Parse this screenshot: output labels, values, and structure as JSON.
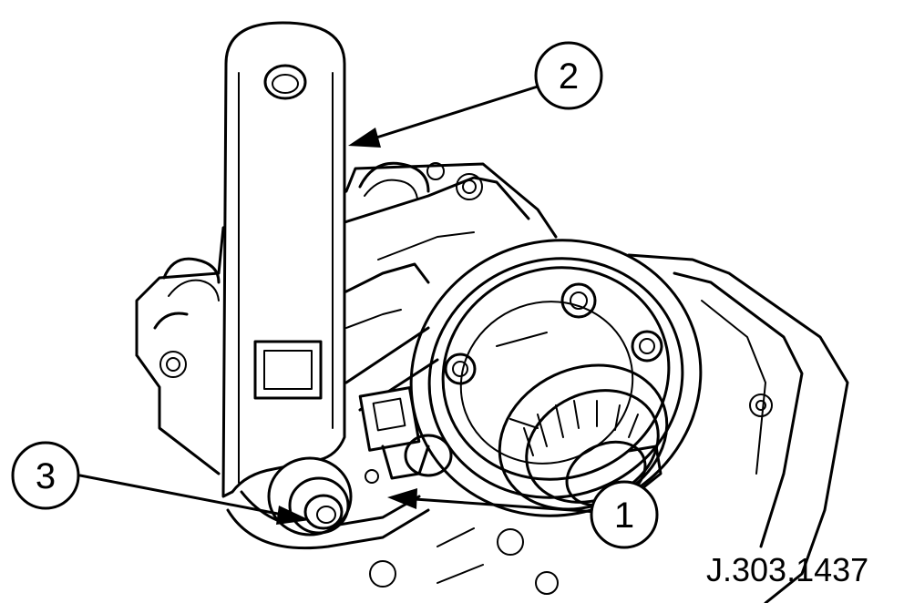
{
  "figure": {
    "reference": "J.303.1437"
  },
  "callouts": [
    {
      "id": "1",
      "label": "1"
    },
    {
      "id": "2",
      "label": "2"
    },
    {
      "id": "3",
      "label": "3"
    }
  ],
  "colors": {
    "ink": "#000000",
    "paper": "#ffffff"
  }
}
